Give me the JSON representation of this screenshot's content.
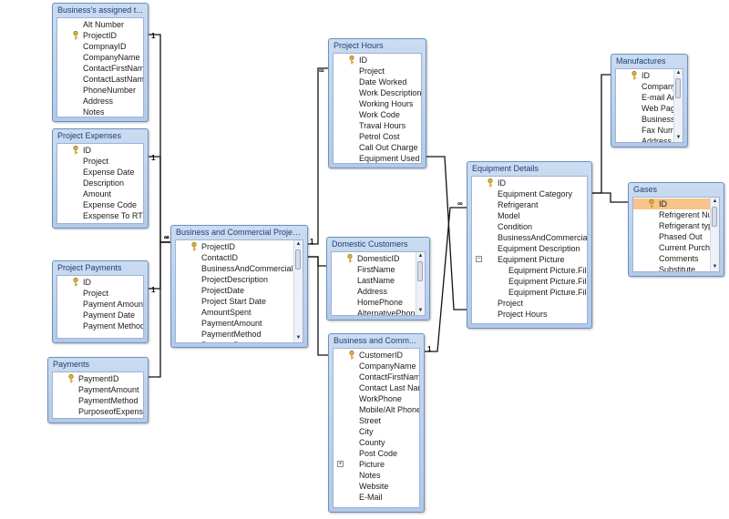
{
  "tables": [
    {
      "id": "bat",
      "title": "Business's assigned t...",
      "fields": [
        {
          "name": "Alt Number"
        },
        {
          "name": "ProjectID",
          "key": true
        },
        {
          "name": "CompnayID"
        },
        {
          "name": "CompanyName"
        },
        {
          "name": "ContactFirstName"
        },
        {
          "name": "ContactLastName"
        },
        {
          "name": "PhoneNumber"
        },
        {
          "name": "Address"
        },
        {
          "name": "Notes"
        }
      ]
    },
    {
      "id": "pe",
      "title": "Project Expenses",
      "fields": [
        {
          "name": "ID",
          "key": true
        },
        {
          "name": "Project"
        },
        {
          "name": "Expense Date"
        },
        {
          "name": "Description"
        },
        {
          "name": "Amount"
        },
        {
          "name": "Expense Code"
        },
        {
          "name": "Exspense To RTIC"
        }
      ]
    },
    {
      "id": "pp",
      "title": "Project Payments",
      "fields": [
        {
          "name": "ID",
          "key": true
        },
        {
          "name": "Project"
        },
        {
          "name": "Payment Amount"
        },
        {
          "name": "Payment Date"
        },
        {
          "name": "Payment Method"
        }
      ]
    },
    {
      "id": "pay",
      "title": "Payments",
      "fields": [
        {
          "name": "PaymentID",
          "key": true
        },
        {
          "name": "PaymentAmount"
        },
        {
          "name": "PaymentMethod"
        },
        {
          "name": "PurposeofExpense"
        }
      ]
    },
    {
      "id": "bcp",
      "title": "Business and Commercial Projects",
      "scroll": true,
      "fields": [
        {
          "name": "ProjectID",
          "key": true
        },
        {
          "name": "ContactID"
        },
        {
          "name": "BusinessAndCommercialCu"
        },
        {
          "name": "ProjectDescription"
        },
        {
          "name": "ProjectDate"
        },
        {
          "name": "Project Start Date"
        },
        {
          "name": "AmountSpent"
        },
        {
          "name": "PaymentAmount"
        },
        {
          "name": "PaymentMethod"
        },
        {
          "name": "PaymentDate"
        }
      ]
    },
    {
      "id": "ph",
      "title": "Project Hours",
      "fields": [
        {
          "name": "ID",
          "key": true
        },
        {
          "name": "Project"
        },
        {
          "name": "Date Worked"
        },
        {
          "name": "Work Description"
        },
        {
          "name": "Working Hours"
        },
        {
          "name": "Work Code"
        },
        {
          "name": "Traval Hours"
        },
        {
          "name": "Petrol Cost"
        },
        {
          "name": "Call Out Charge"
        },
        {
          "name": "Equipment Used"
        }
      ]
    },
    {
      "id": "dc",
      "title": "Domestic Customers",
      "scroll": true,
      "fields": [
        {
          "name": "DomesticID",
          "key": true
        },
        {
          "name": "FirstName"
        },
        {
          "name": "LastName"
        },
        {
          "name": "Address"
        },
        {
          "name": "HomePhone"
        },
        {
          "name": "AlternativePhone"
        }
      ]
    },
    {
      "id": "bcc",
      "title": "Business and Comm...",
      "fields": [
        {
          "name": "CustomerID",
          "key": true
        },
        {
          "name": "CompanyName"
        },
        {
          "name": "ContactFirstName"
        },
        {
          "name": "Contact Last Name"
        },
        {
          "name": "WorkPhone"
        },
        {
          "name": "Mobile/Alt Phone"
        },
        {
          "name": "Street"
        },
        {
          "name": "City"
        },
        {
          "name": "County"
        },
        {
          "name": "Post Code"
        },
        {
          "name": "Picture",
          "expand": true
        },
        {
          "name": "Notes"
        },
        {
          "name": "Website"
        },
        {
          "name": "E-Mail"
        }
      ]
    },
    {
      "id": "ed",
      "title": "Equipment Details",
      "fields": [
        {
          "name": "ID",
          "key": true
        },
        {
          "name": "Equipment Category"
        },
        {
          "name": "Refrigerant"
        },
        {
          "name": "Model"
        },
        {
          "name": "Condition"
        },
        {
          "name": "BusinessAndCommercialCu"
        },
        {
          "name": "Equipment Description"
        },
        {
          "name": "Equipment Picture",
          "expand": true,
          "expanded": true
        },
        {
          "name": "Equipment Picture.FileD",
          "sub": true
        },
        {
          "name": "Equipment Picture.FileN",
          "sub": true
        },
        {
          "name": "Equipment Picture.FileTy",
          "sub": true
        },
        {
          "name": "Project"
        },
        {
          "name": "Project Hours"
        }
      ]
    },
    {
      "id": "man",
      "title": "Manufactures",
      "scroll": true,
      "fields": [
        {
          "name": "ID",
          "key": true
        },
        {
          "name": "Company"
        },
        {
          "name": "E-mail Add"
        },
        {
          "name": "Web Page"
        },
        {
          "name": "Business P"
        },
        {
          "name": "Fax Numbe"
        },
        {
          "name": "Address"
        }
      ]
    },
    {
      "id": "gas",
      "title": "Gases",
      "scroll": true,
      "fields": [
        {
          "name": "ID",
          "key": true,
          "selected": true
        },
        {
          "name": "Refrigerent Nur"
        },
        {
          "name": "Refrigerant type"
        },
        {
          "name": "Phased Out"
        },
        {
          "name": "Current Purchas"
        },
        {
          "name": "Comments"
        },
        {
          "name": "Substitute"
        }
      ]
    }
  ],
  "relationships": [
    {
      "from": "bat",
      "to": "bcp",
      "one_label": "1",
      "many_label": "∞"
    },
    {
      "from": "pe",
      "to": "bcp",
      "one_label": "1",
      "many_label": "∞"
    },
    {
      "from": "pp",
      "to": "bcp",
      "one_label": "1",
      "many_label": "∞"
    },
    {
      "from": "pay",
      "to": "bcp",
      "one_label": "",
      "many_label": ""
    },
    {
      "from": "bcp",
      "to": "ph",
      "one_label": "1",
      "many_label": "∞"
    },
    {
      "from": "bcp",
      "to": "dc",
      "one_label": "",
      "many_label": ""
    },
    {
      "from": "bcp",
      "to": "bcc",
      "one_label": "",
      "many_label": ""
    },
    {
      "from": "ph",
      "to": "ed",
      "one_label": "",
      "many_label": ""
    },
    {
      "from": "bcc",
      "to": "ed",
      "one_label": "1",
      "many_label": "∞"
    },
    {
      "from": "ed",
      "to": "man",
      "one_label": "",
      "many_label": ""
    },
    {
      "from": "ed",
      "to": "gas",
      "one_label": "",
      "many_label": ""
    }
  ]
}
